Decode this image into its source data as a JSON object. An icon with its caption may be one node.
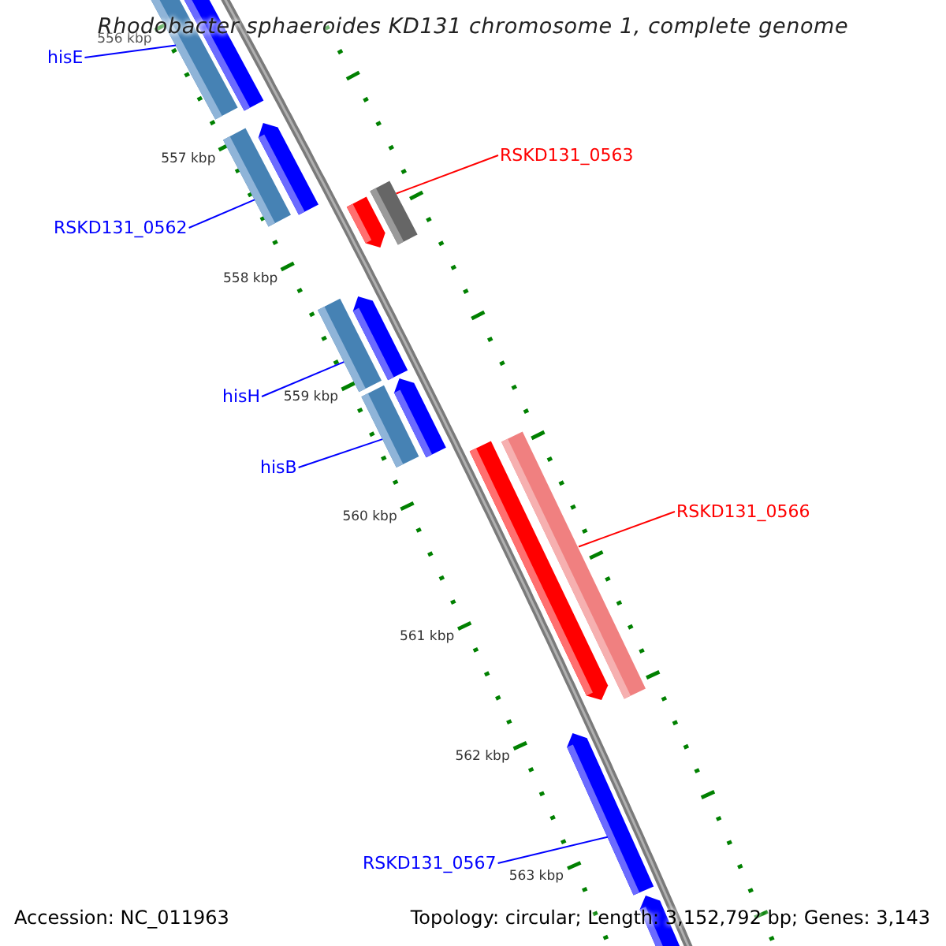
{
  "diagram": {
    "title": "Rhodobacter sphaeroides KD131 chromosome 1, complete genome",
    "nodes": [
      {
        "text": [
          "hisE"
        ]
      },
      {
        "text": [],
        "shape": "bar"
      },
      {
        "text": [],
        "shape": "bar"
      },
      {
        "text": [
          "RSKD131_0563"
        ]
      },
      {
        "text": [
          "RSKD131_0562"
        ]
      },
      {
        "text": [],
        "shape": "bar"
      },
      {
        "text": [],
        "shape": "arrow"
      },
      {
        "text": [],
        "shape": "arrow"
      },
      {
        "text": [],
        "shape": "bar"
      },
      {
        "text": [],
        "shape": "arrow"
      },
      {
        "text": [],
        "shape": "bar"
      },
      {
        "text": [
          "hisH"
        ]
      },
      {
        "text": [],
        "shape": "arrow"
      },
      {
        "text": [],
        "shape": "bar"
      },
      {
        "text": [
          "hisB"
        ]
      },
      {
        "text": [],
        "shape": "arrow"
      },
      {
        "text": [],
        "shape": "bar"
      },
      {
        "text": [
          "RSKD131_0566"
        ]
      },
      {
        "text": [
          "RSKD131_0567"
        ]
      },
      {
        "text": [],
        "shape": "arrow"
      },
      {
        "text": [],
        "shape": "arrow"
      }
    ],
    "edges": [
      {
        "from": 0,
        "to": 1,
        "arrow": "none"
      },
      {
        "from": 3,
        "to": 8,
        "arrow": "none",
        "color": "#ff0000"
      },
      {
        "from": 4,
        "to": 5,
        "arrow": "none"
      },
      {
        "from": 11,
        "to": 10,
        "arrow": "none"
      },
      {
        "from": 14,
        "to": 13,
        "arrow": "none"
      },
      {
        "from": 17,
        "to": 16,
        "arrow": "none",
        "color": "#ff0000"
      },
      {
        "from": 18,
        "to": 19,
        "arrow": "none"
      }
    ],
    "labels": [
      "556 kbp",
      "557 kbp",
      "558 kbp",
      "559 kbp",
      "560 kbp",
      "561 kbp",
      "562 kbp",
      "563 kbp",
      "Accession: NC_011963",
      "Topology: circular; Length: 3,152,792 bp; Genes: 3,143"
    ]
  }
}
